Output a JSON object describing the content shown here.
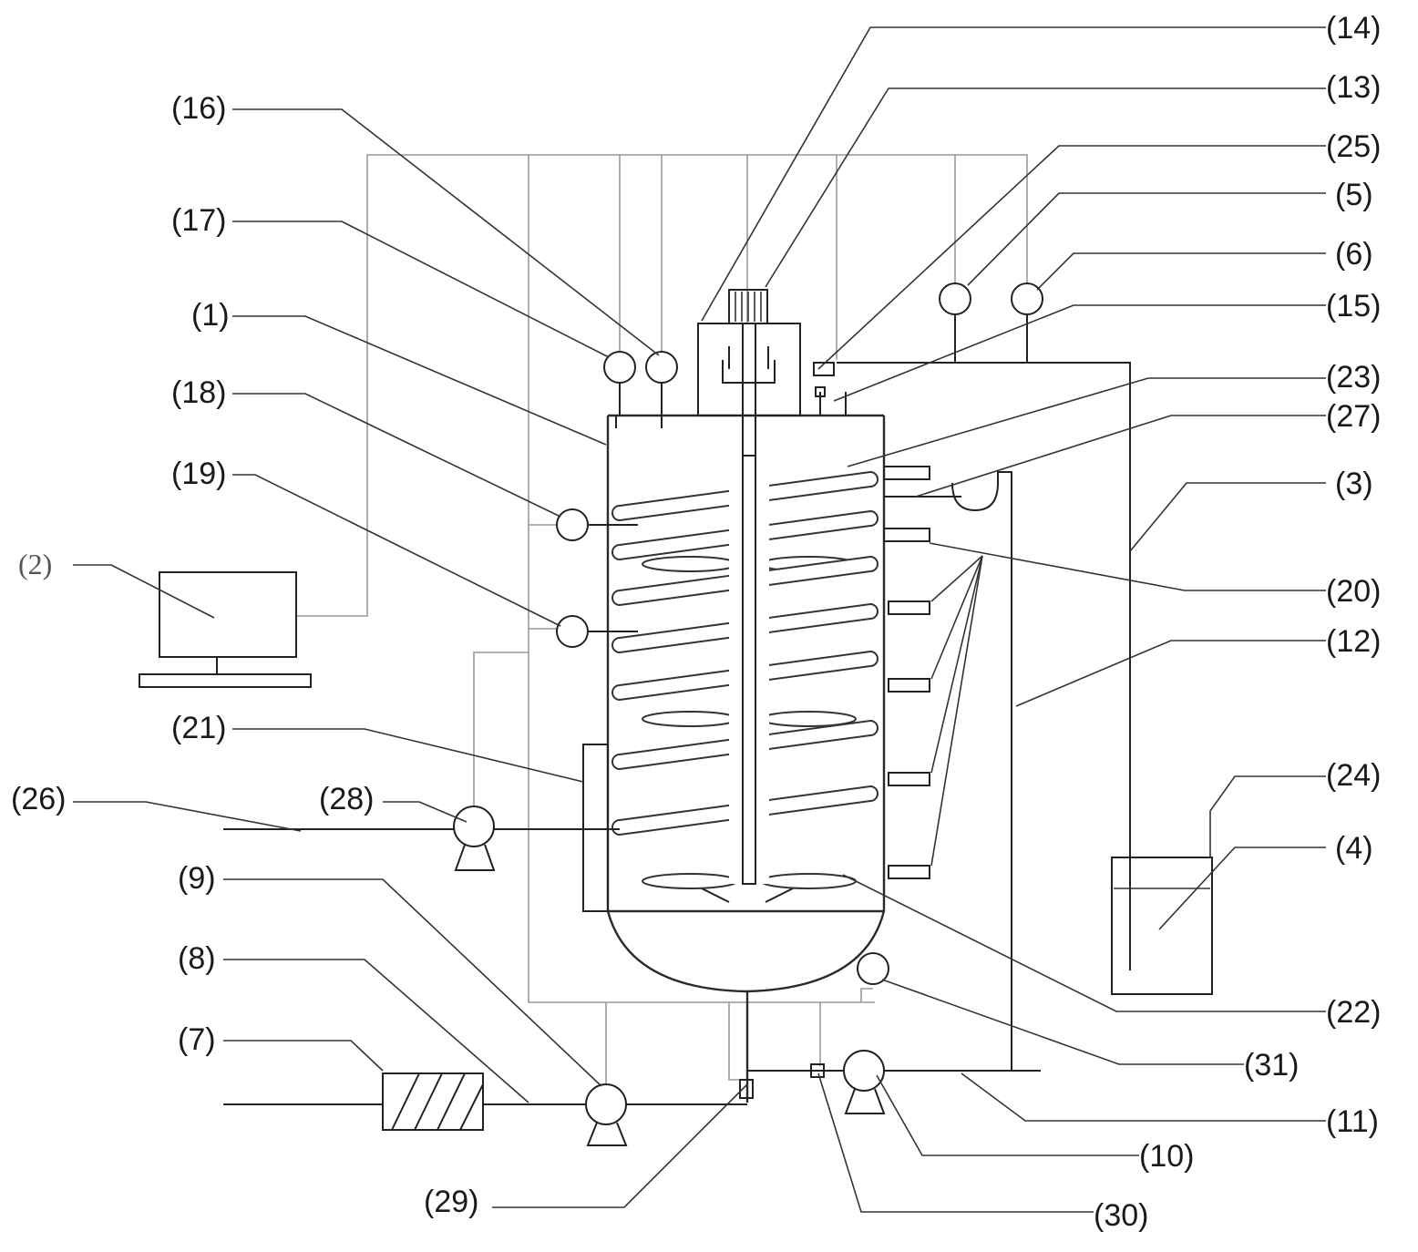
{
  "labels": {
    "l1": "(1)",
    "l2": "(2)",
    "l3": "(3)",
    "l4": "(4)",
    "l5": "(5)",
    "l6": "(6)",
    "l7": "(7)",
    "l8": "(8)",
    "l9": "(9)",
    "l10": "(10)",
    "l11": "(11)",
    "l12": "(12)",
    "l13": "(13)",
    "l14": "(14)",
    "l15": "(15)",
    "l16": "(16)",
    "l17": "(17)",
    "l18": "(18)",
    "l19": "(19)",
    "l20": "(20)",
    "l21": "(21)",
    "l22": "(22)",
    "l23": "(23)",
    "l24": "(24)",
    "l25": "(25)",
    "l26": "(26)",
    "l27": "(27)",
    "l28": "(28)",
    "l29": "(29)",
    "l30": "(30)",
    "l31": "(31)"
  }
}
